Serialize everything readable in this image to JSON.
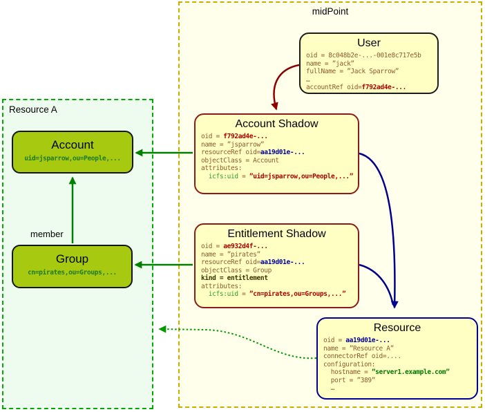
{
  "labels": {
    "midpoint": "midPoint",
    "resource_a": "Resource A",
    "member": "member"
  },
  "boxes": {
    "user": {
      "title": "User",
      "lines": [
        [
          {
            "t": "oid = 8c048b2e-...-001e8c717e5b",
            "s": "base"
          }
        ],
        [
          {
            "t": "name = ”jack”",
            "s": "base"
          }
        ],
        [
          {
            "t": "fullName = ”Jack Sparrow”",
            "s": "base"
          }
        ],
        [
          {
            "t": "…",
            "s": "base"
          }
        ],
        [
          {
            "t": "accountRef oid=",
            "s": "base"
          },
          {
            "t": "f792ad4e-...",
            "s": "redb"
          }
        ]
      ]
    },
    "account_shadow": {
      "title": "Account Shadow",
      "lines": [
        [
          {
            "t": "oid = ",
            "s": "base"
          },
          {
            "t": "f792ad4e-...",
            "s": "redb"
          }
        ],
        [
          {
            "t": "name = ”jsparrow”",
            "s": "base"
          }
        ],
        [
          {
            "t": "resourceRef oid=",
            "s": "base"
          },
          {
            "t": "aa19d01e-...",
            "s": "navyb"
          }
        ],
        [
          {
            "t": "objectClass = Account",
            "s": "base"
          }
        ],
        [
          {
            "t": "attributes:",
            "s": "base"
          }
        ],
        [
          {
            "t": "  ",
            "s": "base"
          },
          {
            "t": "icfs:uid",
            "s": "green"
          },
          {
            "t": " = ",
            "s": "base"
          },
          {
            "t": "”uid=jsparrow,ou=People,...”",
            "s": "redb"
          }
        ]
      ]
    },
    "entitlement_shadow": {
      "title": "Entitlement Shadow",
      "lines": [
        [
          {
            "t": "oid = ",
            "s": "base"
          },
          {
            "t": "ae932d4f-...",
            "s": "redb"
          }
        ],
        [
          {
            "t": "name = ”pirates”",
            "s": "base"
          }
        ],
        [
          {
            "t": "resourceRef oid=",
            "s": "base"
          },
          {
            "t": "aa19d01e-...",
            "s": "navyb"
          }
        ],
        [
          {
            "t": "objectClass = Group",
            "s": "base"
          }
        ],
        [
          {
            "t": "kind = entitlement",
            "s": "boldk"
          }
        ],
        [
          {
            "t": "attributes:",
            "s": "base"
          }
        ],
        [
          {
            "t": "  ",
            "s": "base"
          },
          {
            "t": "icfs:uid",
            "s": "green"
          },
          {
            "t": " = ",
            "s": "base"
          },
          {
            "t": "”cn=pirates,ou=Groups,...”",
            "s": "redb"
          }
        ]
      ]
    },
    "resource": {
      "title": "Resource",
      "lines": [
        [
          {
            "t": "oid = ",
            "s": "base"
          },
          {
            "t": "aa19d01e-...",
            "s": "navyb"
          }
        ],
        [
          {
            "t": "name = ”Resource A”",
            "s": "base"
          }
        ],
        [
          {
            "t": "connectorRef oid=....",
            "s": "base"
          }
        ],
        [
          {
            "t": "configuration:",
            "s": "base"
          }
        ],
        [
          {
            "t": "  hostname = ",
            "s": "base"
          },
          {
            "t": "”server1.example.com”",
            "s": "greenb"
          }
        ],
        [
          {
            "t": "  port = ”389”",
            "s": "base"
          }
        ],
        [
          {
            "t": "  …",
            "s": "base"
          }
        ]
      ]
    },
    "account": {
      "title": "Account",
      "subtitle": "uid=jsparrow,ou=People,..."
    },
    "group": {
      "title": "Group",
      "subtitle": "cn=pirates,ou=Groups,..."
    }
  },
  "palette": {
    "midpoint_bg": "#ffffec",
    "midpoint_border": "#c9ad00",
    "resource_a_bg": "#edfcee",
    "resource_a_border": "#00aa00",
    "object_box_bg": "#ffffc4",
    "shadow_border": "#8b1b1b",
    "resource_border": "#000090",
    "entity_bg": "#a7ca10",
    "text_base": "#8b5a2b",
    "text_red": "#aa0000",
    "text_navy": "#000099",
    "text_green": "#2e9e2e",
    "arrow_maroon": "#8b0000",
    "arrow_green": "#007f00",
    "arrow_navy": "#00008b",
    "arrow_dotted_green": "#009900"
  }
}
